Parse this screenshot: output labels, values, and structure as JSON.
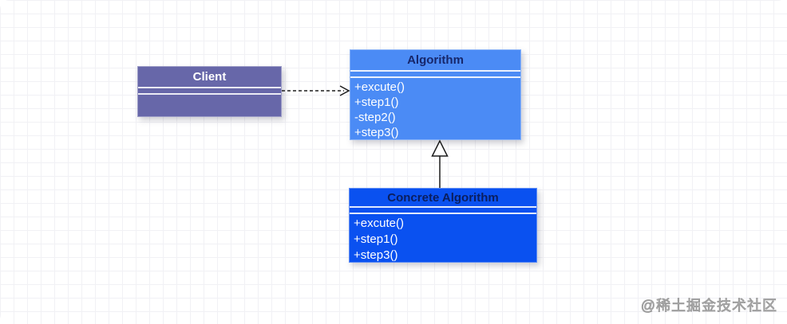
{
  "diagram": {
    "watermark": "@稀土掘金技术社区",
    "grid_line_color": "#f1f1f5",
    "nodes": {
      "client": {
        "title": "Client",
        "fill": "#6767A9",
        "title_color": "#ffffff",
        "methods": []
      },
      "algorithm": {
        "title": "Algorithm",
        "fill": "#4B8BF5",
        "title_color": "#17276B",
        "methods": [
          "+excute()",
          "+step1()",
          "-step2()",
          "+step3()"
        ]
      },
      "concrete_algorithm": {
        "title": "Concrete Algorithm",
        "fill": "#0A51F0",
        "title_color": "#0A1E5E",
        "methods": [
          "+excute()",
          "+step1()",
          "+step3()"
        ]
      }
    },
    "edges": {
      "association": {
        "style": "dashed-open-arrow",
        "from": "Client",
        "to": "Algorithm",
        "color": "#1c1c1c"
      },
      "generalization": {
        "style": "solid-hollow-triangle",
        "from": "Concrete Algorithm",
        "to": "Algorithm",
        "color": "#1c1c1c"
      }
    }
  }
}
